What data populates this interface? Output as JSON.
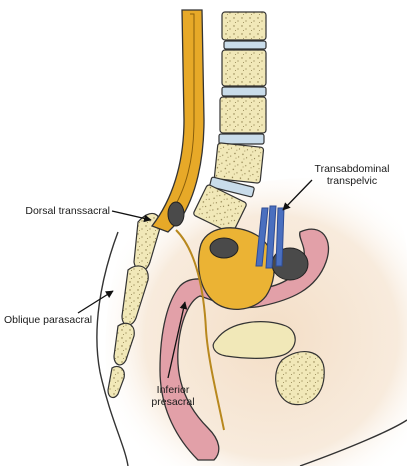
{
  "labels": {
    "dorsal_transsacral": "Dorsal transsacral",
    "transabdominal_transpelvic": {
      "line1": "Transabdominal",
      "line2": "transpelvic"
    },
    "oblique_parasacral": "Oblique parasacral",
    "inferior_presacral": {
      "line1": "Inferior",
      "line2": "presacral"
    }
  },
  "colors": {
    "background": "#ffffff",
    "skin_tint": "#f3dcc3",
    "bone": "#f1e8b8",
    "bone_speckle": "#8c7d4a",
    "disc": "#c9dcea",
    "rectum_tube": "#e7a928",
    "bladder": "#ebb334",
    "intestine": "#e2a0a8",
    "vessels": "#4a6fbf",
    "dark_mass": "#4a4a4a",
    "outline": "#222222"
  }
}
